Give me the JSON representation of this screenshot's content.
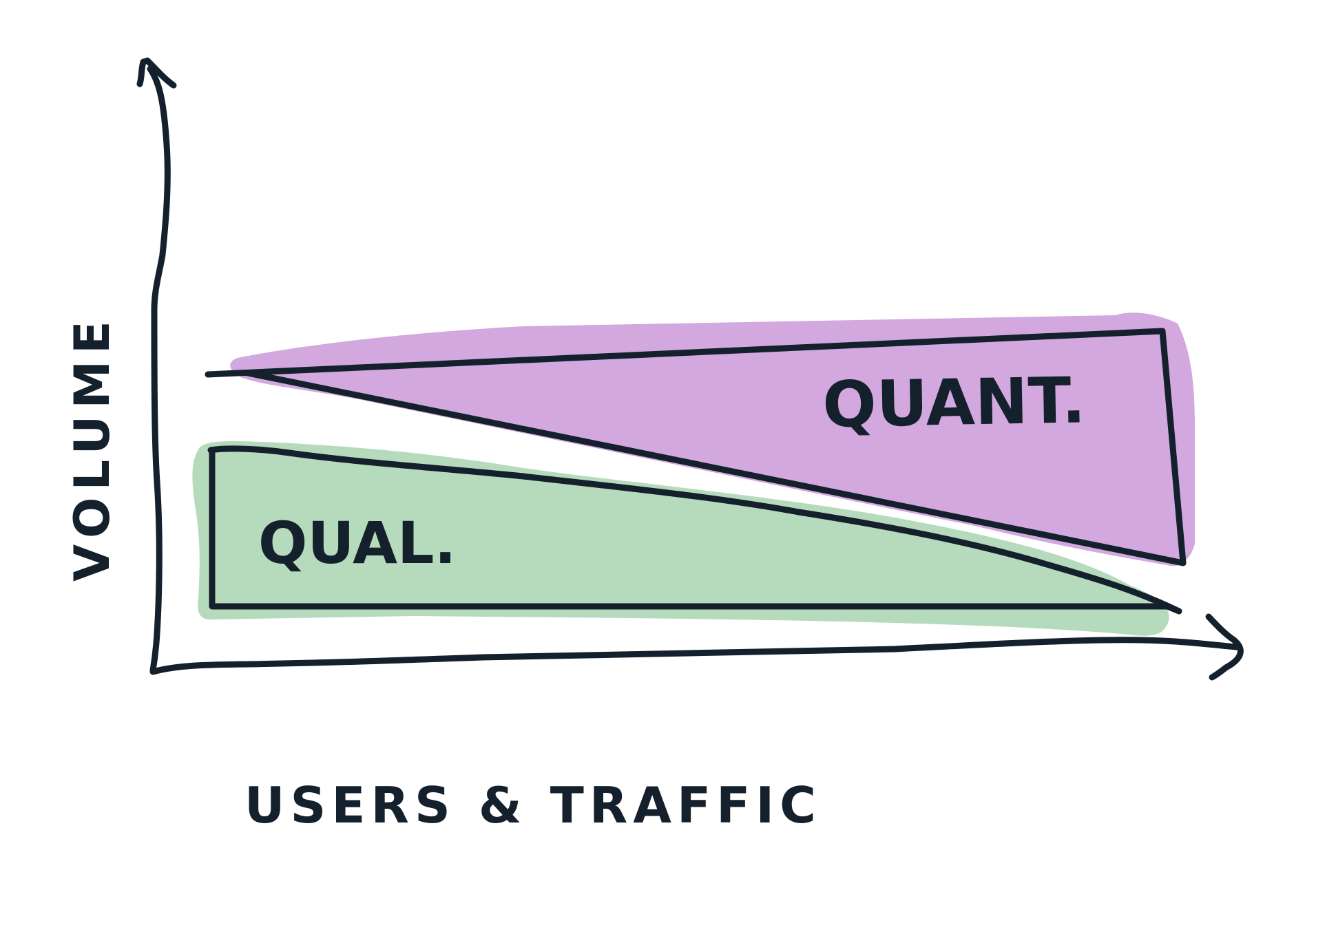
{
  "diagram": {
    "x_axis_label": "USERS & TRAFFIC",
    "y_axis_label": "VOLUME",
    "regions": [
      {
        "id": "quant",
        "label": "QUANT.",
        "color": "#d2a8de"
      },
      {
        "id": "qual",
        "label": "QUAL.",
        "color": "#b5dbbc"
      }
    ],
    "ink_color": "#14202b"
  }
}
